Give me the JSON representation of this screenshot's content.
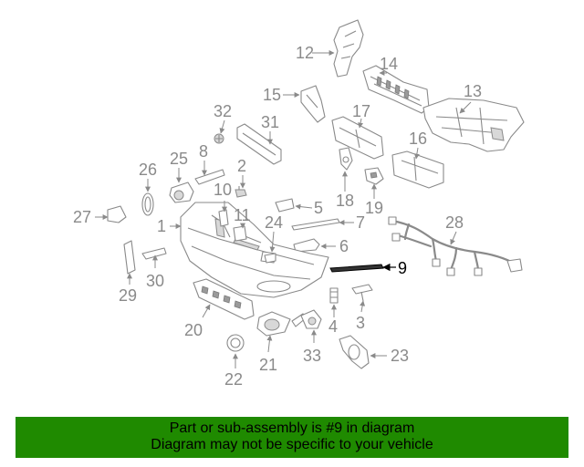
{
  "labels": {
    "l1": "1",
    "l2": "2",
    "l3": "3",
    "l4": "4",
    "l5": "5",
    "l6": "6",
    "l7": "7",
    "l8": "8",
    "l9": "9",
    "l10": "10",
    "l11": "11",
    "l12": "12",
    "l13": "13",
    "l14": "14",
    "l15": "15",
    "l16": "16",
    "l17": "17",
    "l18": "18",
    "l19": "19",
    "l20": "20",
    "l21": "21",
    "l22": "22",
    "l23": "23",
    "l24": "24",
    "l25": "25",
    "l26": "26",
    "l27": "27",
    "l28": "28",
    "l29": "29",
    "l30": "30",
    "l31": "31",
    "l32": "32",
    "l33": "33"
  },
  "highlighted_part": "9",
  "banner": {
    "line1": "Part or sub-assembly is #9 in diagram",
    "line2": "Diagram may not be specific to your vehicle"
  },
  "colors": {
    "banner_bg": "#1f8a00",
    "part_stroke": "#8a8a8a",
    "highlight": "#000000"
  }
}
